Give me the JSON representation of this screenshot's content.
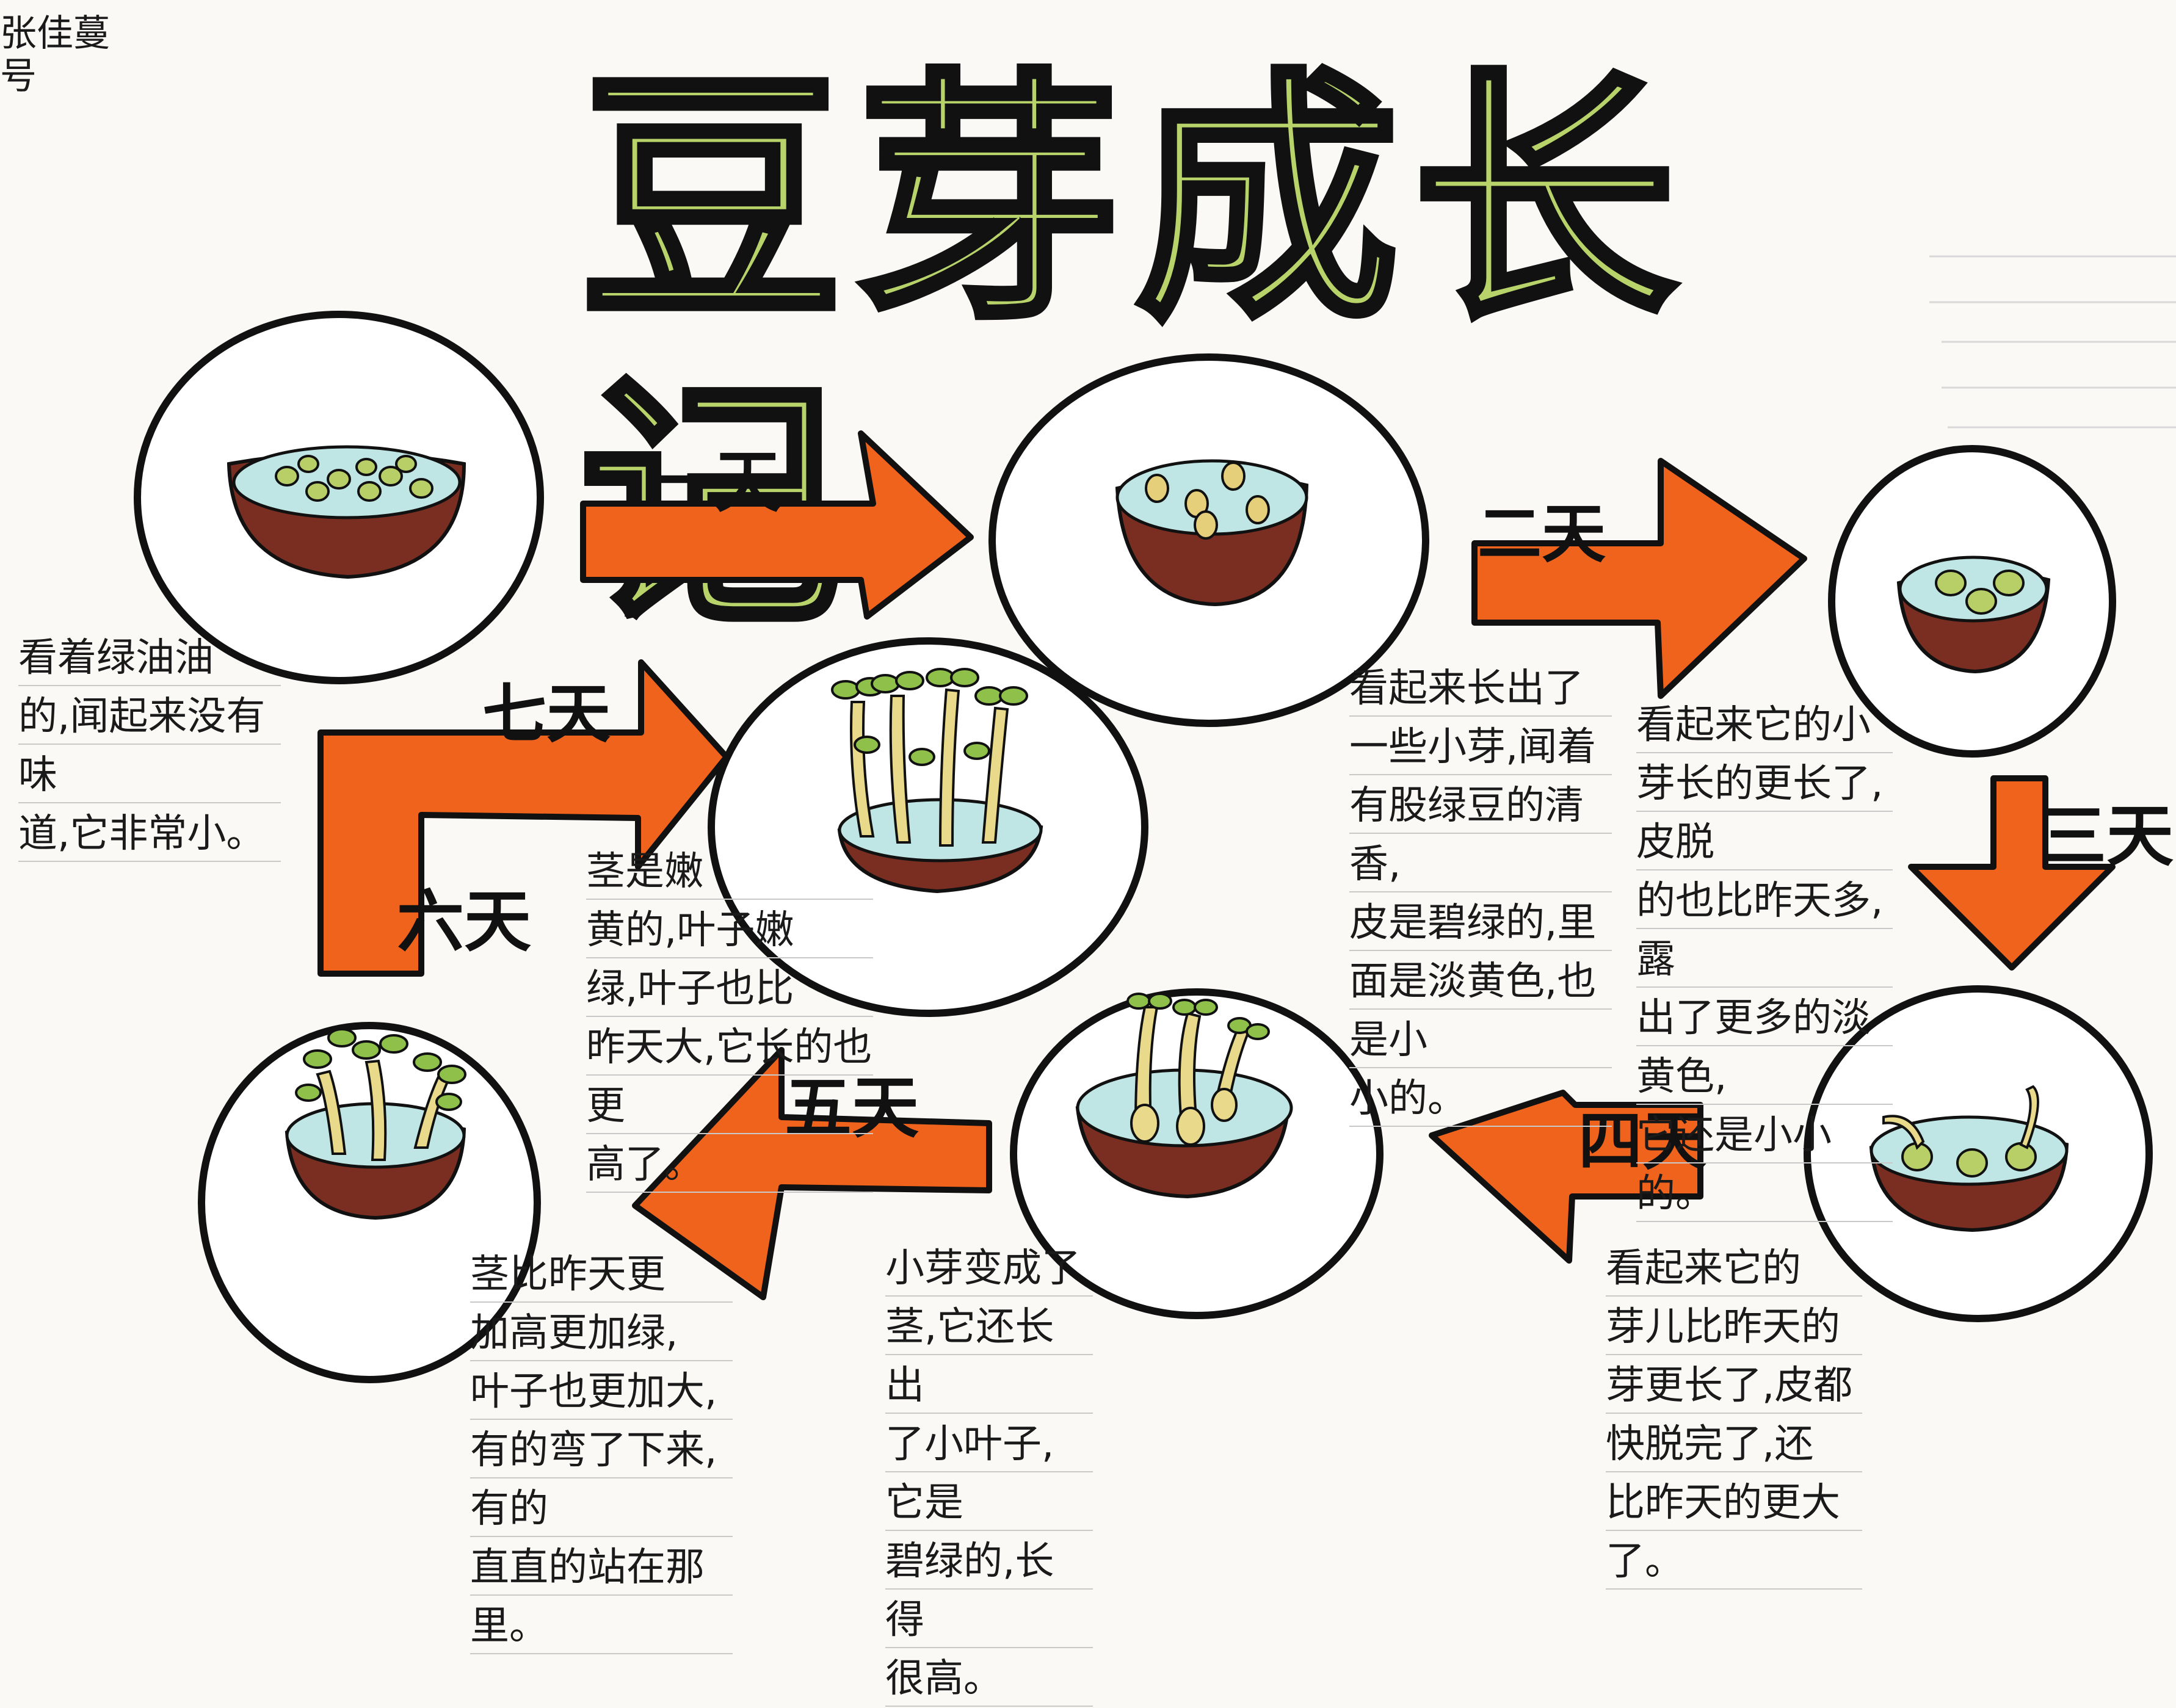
{
  "corner_text": [
    "张佳蔓",
    "号"
  ],
  "title": "豆芽成长记",
  "day_labels": {
    "d1": "一天",
    "d2": "二天",
    "d3": "三天",
    "d4": "四天",
    "d5": "五天",
    "d6": "六天",
    "d7": "七天"
  },
  "notes": {
    "n0": "看着绿油油\n的,闻起来没有味\n道,它非常小。",
    "n1": "看起来长出了\n一些小芽,闻着\n有股绿豆的清香,\n皮是碧绿的,里\n面是淡黄色,也是小\n小的。",
    "n2": "看起来它的小\n芽长的更长了,皮脱\n的也比昨天多,露\n出了更多的淡黄色,\n它还是小小的。",
    "n3": "看起来它的\n芽儿比昨天的\n芽更长了,皮都\n快脱完了,还\n比昨天的更大了。",
    "n4": "小芽变成了\n茎,它还长出\n了小叶子,它是\n碧绿的,长得\n很高。",
    "n5": "茎比昨天更\n加高更加绿,\n叶子也更加大,\n有的弯了下来,有的\n直直的站在那里。",
    "n6": "茎是嫩\n黄的,叶子嫩\n绿,叶子也比\n昨天大,它长的也更\n高了。"
  },
  "colors": {
    "title_fill": "#b7d36a",
    "arrow": "#f0631c",
    "bowl": "#7a2e22",
    "water": "#bfe6e4",
    "bean": "#b8cf68",
    "stem": "#e9d98a",
    "outline": "#111111"
  }
}
